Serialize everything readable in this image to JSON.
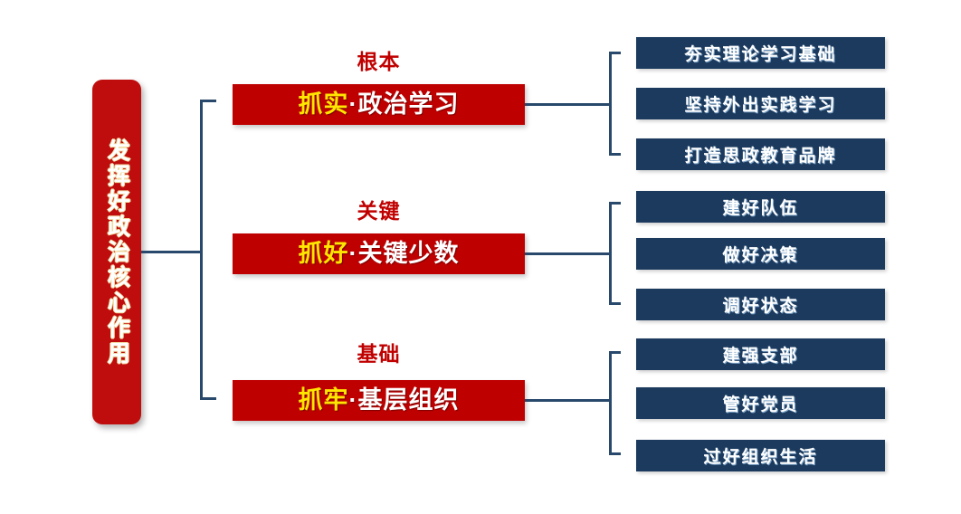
{
  "diagram": {
    "title": "发挥好政治核心作用",
    "colors": {
      "red": "#bf0000",
      "root_red": "#bf0d0d",
      "navy": "#1b3a5e",
      "connector": "#28496b",
      "highlight_yellow": "#ffe500",
      "caption_red": "#c00000",
      "background": "#ffffff"
    },
    "root": {
      "label": "发挥好政治核心作用"
    },
    "branches": [
      {
        "caption": "根本",
        "emphasis": "抓实",
        "separator": "·",
        "rest": "政治学习",
        "full": "抓实·政治学习",
        "leaves": [
          "夯实理论学习基础",
          "坚持外出实践学习",
          "打造思政教育品牌"
        ]
      },
      {
        "caption": "关键",
        "emphasis": "抓好",
        "separator": "·",
        "rest": "关键少数",
        "full": "抓好·关键少数",
        "leaves": [
          "建好队伍",
          "做好决策",
          "调好状态"
        ]
      },
      {
        "caption": "基础",
        "emphasis": "抓牢",
        "separator": "·",
        "rest": "基层组织",
        "full": "抓牢·基层组织",
        "leaves": [
          "建强支部",
          "管好党员",
          "过好组织生活"
        ]
      }
    ]
  }
}
